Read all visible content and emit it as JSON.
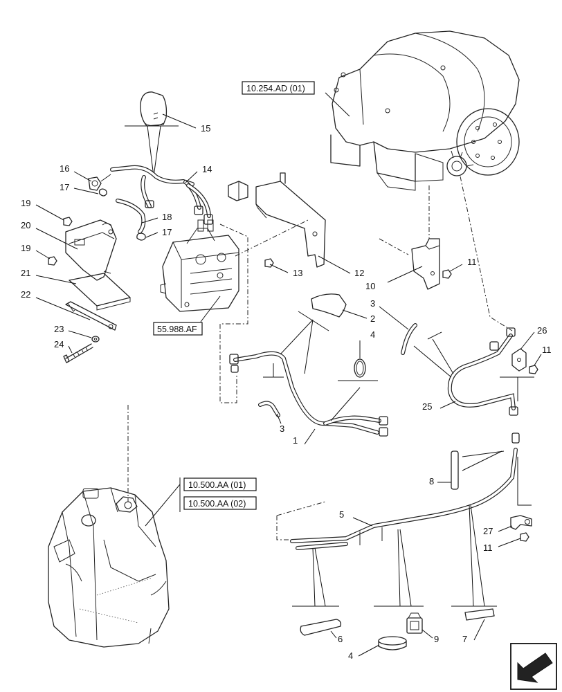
{
  "callouts": {
    "c1": "1",
    "c2": "2",
    "c3a": "3",
    "c3b": "3",
    "c4a": "4",
    "c4b": "4",
    "c5": "5",
    "c6": "6",
    "c7": "7",
    "c8": "8",
    "c9": "9",
    "c10": "10",
    "c11a": "11",
    "c11b": "11",
    "c11c": "11",
    "c12": "12",
    "c13": "13",
    "c14": "14",
    "c15": "15",
    "c16": "16",
    "c17a": "17",
    "c17b": "17",
    "c18": "18",
    "c19a": "19",
    "c19b": "19",
    "c20": "20",
    "c21": "21",
    "c22": "22",
    "c23": "23",
    "c24": "24",
    "c25": "25",
    "c26": "26",
    "c27": "27"
  },
  "references": {
    "engine": "10.254.AD (01)",
    "module": "55.988.AF",
    "tank_1": "10.500.AA (01)",
    "tank_2": "10.500.AA (02)"
  }
}
